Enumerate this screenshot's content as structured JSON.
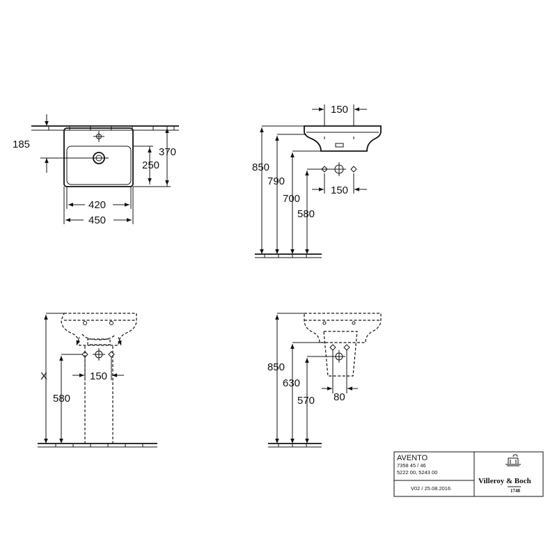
{
  "views": {
    "top": {
      "dims": [
        "185",
        "370",
        "250",
        "420",
        "450"
      ]
    },
    "side": {
      "dims": [
        "150",
        "850",
        "790",
        "700",
        "580",
        "150"
      ]
    },
    "front_install": {
      "dims": [
        "X",
        "580",
        "150"
      ]
    },
    "side_install": {
      "dims": [
        "850",
        "630",
        "570",
        "80"
      ]
    }
  },
  "title_block": {
    "product": "AVENTO",
    "article_1": "7358 45 / 46",
    "article_2": "5222 00, 5243 00",
    "version": "V02 / 25.08.2016",
    "brand": "Villeroy & Boch",
    "brand_year": "1748"
  }
}
